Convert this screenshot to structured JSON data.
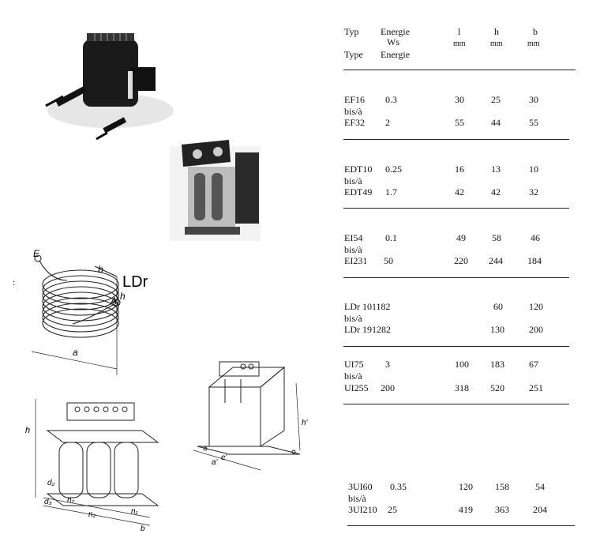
{
  "header": {
    "typ": "Typ",
    "type": "Type",
    "energie": "Energie",
    "ws": "Ws",
    "energie2": "Energie",
    "l": "l",
    "l_unit": "mm",
    "h": "h",
    "h_unit": "mm",
    "b": "b",
    "b_unit": "mm"
  },
  "rows": [
    {
      "type_from": "EF16",
      "bis": "bis/à",
      "type_to": "EF32",
      "e_from": "0.3",
      "e_to": "2",
      "l_from": "30",
      "l_to": "55",
      "h_from": "25",
      "h_to": "44",
      "b_from": "30",
      "b_to": "55"
    },
    {
      "type_from": "EDT10",
      "bis": "bis/à",
      "type_to": "EDT49",
      "e_from": "0.25",
      "e_to": "1.7",
      "l_from": "16",
      "l_to": "42",
      "h_from": "13",
      "h_to": "42",
      "b_from": "10",
      "b_to": "32"
    },
    {
      "type_from": "EI54",
      "bis": "bis/à",
      "type_to": "EI231",
      "e_from": "0.1",
      "e_to": "50",
      "l_from": "49",
      "l_to": "220",
      "h_from": "58",
      "h_to": "244",
      "b_from": "46",
      "b_to": "184"
    },
    {
      "type_from": "LDr 101182",
      "bis": "bis/à",
      "type_to": "LDr 191282",
      "e_from": "",
      "e_to": "",
      "l_from": "",
      "l_to": "",
      "h_from": "60",
      "h_to": "130",
      "b_from": "120",
      "b_to": "200"
    },
    {
      "type_from": "UI75",
      "bis": "bis/à",
      "type_to": "UI255",
      "e_from": "3",
      "e_to": "200",
      "l_from": "100",
      "l_to": "318",
      "h_from": "183",
      "h_to": "520",
      "b_from": "67",
      "b_to": "251"
    },
    {
      "type_from": "3UI60",
      "bis": "bis/à",
      "type_to": "3UI210",
      "e_from": "0.35",
      "e_to": "25",
      "l_from": "120",
      "l_to": "419",
      "h_from": "158",
      "h_to": "363",
      "b_from": "54",
      "b_to": "204"
    }
  ],
  "figures": {
    "colon": ":",
    "coil_label": "LDr",
    "coil_E": "E",
    "coil_A": "A",
    "coil_b": "b",
    "coil_h": "h",
    "coil_a": "a",
    "three_phase_h": "h",
    "three_phase_d2": "d₂",
    "three_phase_d3": "d₃",
    "three_phase_n2": "n₂",
    "three_phase_n2b": "n₂",
    "three_phase_b": "b",
    "three_phase_n1": "n₁",
    "single_h": "h'",
    "single_a": "a'",
    "single_e": "e'"
  }
}
